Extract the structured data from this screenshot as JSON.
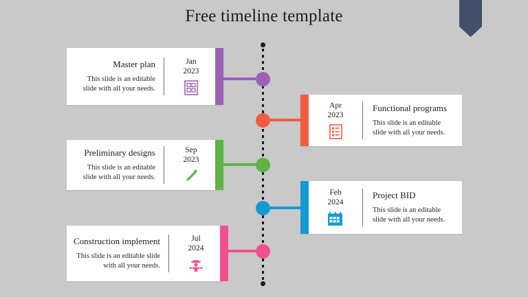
{
  "slide": {
    "title": "Free timeline template",
    "background_color": "#c9c9c9",
    "ribbon_color": "#435069"
  },
  "timeline": {
    "axis": {
      "style": "dotted",
      "color": "#1a1a1a",
      "orientation": "vertical"
    },
    "milestones": [
      {
        "side": "left",
        "heading": "Master plan",
        "description": "This slide is an editable slide with all your needs.",
        "month": "Jan",
        "year": "2023",
        "color": "#9a62b5",
        "icon": "blueprint-grid-icon"
      },
      {
        "side": "right",
        "heading": "Functional programs",
        "description": "This slide is an editable slide with all your needs.",
        "month": "Apr",
        "year": "2023",
        "color": "#f15b40",
        "icon": "checklist-document-icon"
      },
      {
        "side": "left",
        "heading": "Preliminary designs",
        "description": "This slide is an editable slide with all your needs.",
        "month": "Sep",
        "year": "2023",
        "color": "#61b346",
        "icon": "pencil-icon"
      },
      {
        "side": "right",
        "heading": "Project BID",
        "description": "This slide is an editable slide with all your needs.",
        "month": "Feb",
        "year": "2024",
        "color": "#129bd3",
        "icon": "calendar-icon"
      },
      {
        "side": "left",
        "heading": "Construction implement",
        "description": "This slide is an editable slide with all your needs.",
        "month": "Jul",
        "year": "2024",
        "color": "#f0508f",
        "icon": "construction-worker-icon"
      }
    ]
  }
}
